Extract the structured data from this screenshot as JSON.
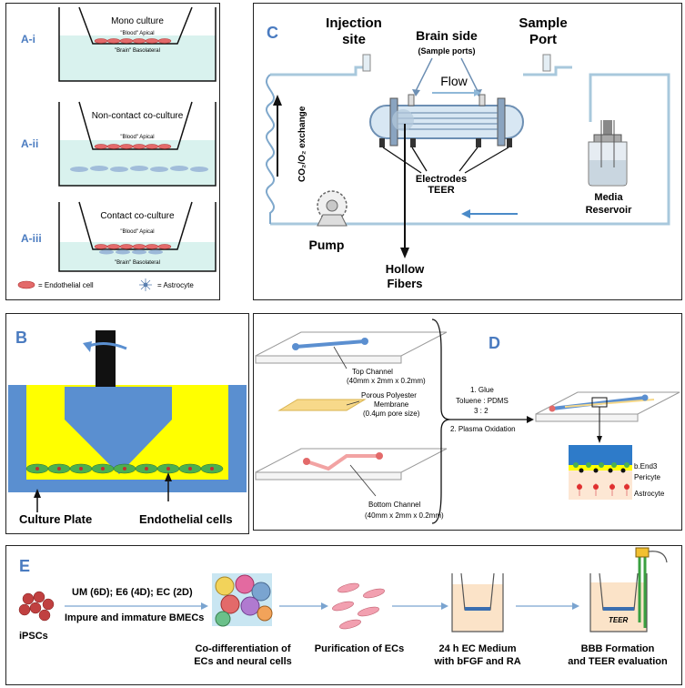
{
  "panelA": {
    "letters": [
      "A-i",
      "A-ii",
      "A-iii"
    ],
    "titles": [
      "Mono culture",
      "Non-contact co-culture",
      "Contact co-culture"
    ],
    "apical": "\"Blood\" Apical",
    "basolateral": "\"Brain\" Basolateral",
    "legend_endothelial": "= Endothelial cell",
    "legend_astrocyte": "= Astrocyte"
  },
  "panelB": {
    "letter": "B",
    "culture_plate": "Culture Plate",
    "endothelial_cells": "Endothelial cells"
  },
  "panelC": {
    "letter": "C",
    "injection": "Injection",
    "site": "site",
    "brain_side": "Brain side",
    "sample_ports": "(Sample ports)",
    "sample": "Sample",
    "port": "Port",
    "flow": "Flow",
    "co2_exchange": "CO₂/O₂ exchange",
    "electrodes": "Electrodes",
    "teer": "TEER",
    "media": "Media",
    "reservoir": "Reservoir",
    "pump": "Pump",
    "hollow": "Hollow",
    "fibers": "Fibers"
  },
  "panelD": {
    "letter": "D",
    "top_channel": "Top Channel",
    "top_dims": "(40mm x 2mm x 0.2mm)",
    "porous1": "Porous Polyester",
    "porous2": "Membrane",
    "porous3": "(0.4μm pore size)",
    "bottom_channel": "Bottom Channel",
    "bottom_dims": "(40mm x 2mm x 0.2mm)",
    "step1": "1. Glue",
    "step1b": "Toluene : PDMS",
    "ratio": "3 : 2",
    "step2": "2. Plasma Oxidation",
    "bend3": "b.End3",
    "pericyte": "Pericyte",
    "astrocyte": "Astrocyte"
  },
  "panelE": {
    "letter": "E",
    "ipscs": "iPSCs",
    "um": "UM (6D); E6 (4D); EC (2D)",
    "impure": "Impure and immature BMECs",
    "codiff1": "Co-differentiation of",
    "codiff2": "ECs and neural cells",
    "purification": "Purification of ECs",
    "medium1": "24 h EC Medium",
    "medium2": "with bFGF and RA",
    "bbb1": "BBB Formation",
    "bbb2": "and TEER evaluation",
    "teer_label": "TEER"
  }
}
